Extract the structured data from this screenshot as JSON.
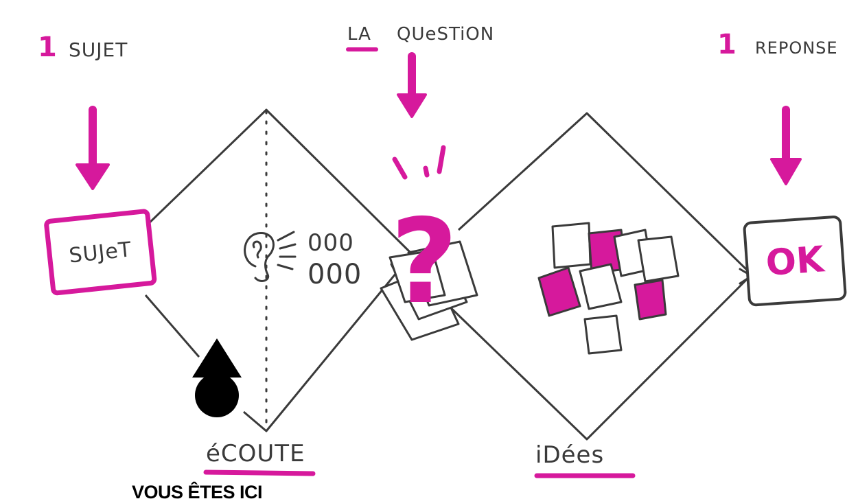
{
  "colors": {
    "accent": "#d6199c",
    "ink": "#3a3a3a",
    "marker": "#000000"
  },
  "labels": {
    "subject_count": "1",
    "subject_heading": "SUJET",
    "question_article": "LA",
    "question_heading": "QUeSTiON",
    "answer_count": "1",
    "answer_heading": "REPONSE",
    "subject_box": "SUJeT",
    "answer_box": "OK",
    "listen": "éCOUTE",
    "ideas": "iDées",
    "you_are_here": "VOUS ÊTES ICI",
    "question_mark": "?",
    "bubbles_row_1": "000",
    "bubbles_row_2": "000"
  },
  "icons": [
    "ear-icon",
    "sound-wave-icon",
    "question-mark-icon",
    "sticky-note-icon",
    "down-arrow-icon",
    "location-pin-icon"
  ]
}
